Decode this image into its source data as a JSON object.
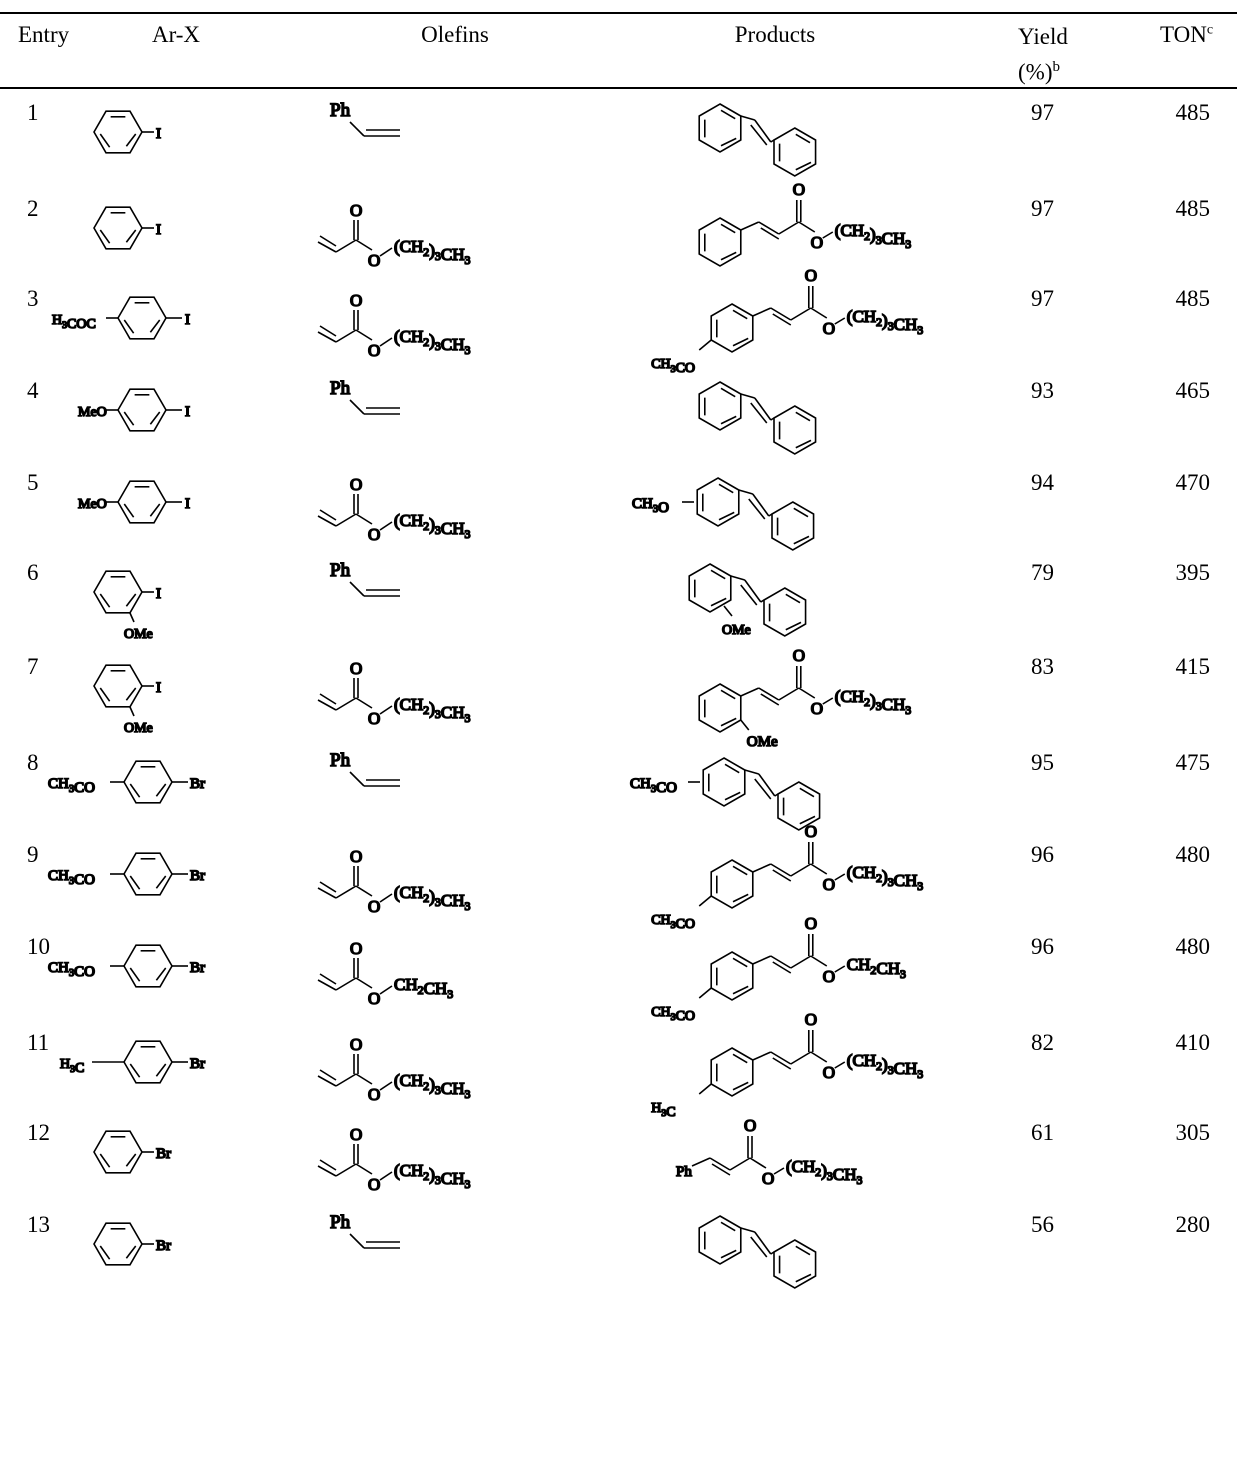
{
  "headers": {
    "entry": "Entry",
    "arx": "Ar-X",
    "olefins": "Olefins",
    "products": "Products",
    "yield_line1": "Yield",
    "yield_line2": "(%)",
    "yield_sup": "b",
    "ton": "TON",
    "ton_sup": "c"
  },
  "rows": [
    {
      "entry": "1",
      "yield": "97",
      "ton": "485",
      "arx": "phenyl-iodide",
      "olefin": "styrene",
      "product": "stilbene"
    },
    {
      "entry": "2",
      "yield": "97",
      "ton": "485",
      "arx": "phenyl-iodide",
      "olefin": "butyl-acrylate",
      "product": "butyl-cinnamate"
    },
    {
      "entry": "3",
      "yield": "97",
      "ton": "485",
      "arx": "4-acetyl-iodobenzene",
      "olefin": "butyl-acrylate",
      "product": "4-acetyl-butyl-cinnamate"
    },
    {
      "entry": "4",
      "yield": "93",
      "ton": "465",
      "arx": "4-methoxy-iodobenzene",
      "olefin": "styrene",
      "product": "stilbene"
    },
    {
      "entry": "5",
      "yield": "94",
      "ton": "470",
      "arx": "4-methoxy-iodobenzene",
      "olefin": "butyl-acrylate",
      "product": "4-methoxy-stilbene"
    },
    {
      "entry": "6",
      "yield": "79",
      "ton": "395",
      "arx": "2-methoxy-iodobenzene",
      "olefin": "styrene",
      "product": "2-methoxy-stilbene"
    },
    {
      "entry": "7",
      "yield": "83",
      "ton": "415",
      "arx": "2-methoxy-iodobenzene",
      "olefin": "butyl-acrylate",
      "product": "2-methoxy-butyl-cinnamate"
    },
    {
      "entry": "8",
      "yield": "95",
      "ton": "475",
      "arx": "4-acetyl-bromobenzene",
      "olefin": "styrene",
      "product": "4-acetyl-stilbene"
    },
    {
      "entry": "9",
      "yield": "96",
      "ton": "480",
      "arx": "4-acetyl-bromobenzene",
      "olefin": "butyl-acrylate",
      "product": "4-acetyl-butyl-cinnamate"
    },
    {
      "entry": "10",
      "yield": "96",
      "ton": "480",
      "arx": "4-acetyl-bromobenzene",
      "olefin": "ethyl-acrylate",
      "product": "4-acetyl-ethyl-cinnamate"
    },
    {
      "entry": "11",
      "yield": "82",
      "ton": "410",
      "arx": "4-methyl-bromobenzene",
      "olefin": "butyl-acrylate",
      "product": "4-methyl-butyl-cinnamate"
    },
    {
      "entry": "12",
      "yield": "61",
      "ton": "305",
      "arx": "bromobenzene",
      "olefin": "butyl-acrylate",
      "product": "butyl-cinnamate-ph"
    },
    {
      "entry": "13",
      "yield": "56",
      "ton": "280",
      "arx": "bromobenzene",
      "olefin": "styrene",
      "product": "stilbene"
    }
  ],
  "labels": {
    "I": "I",
    "Br": "Br",
    "O": "O",
    "Ph": "Ph",
    "MeO": "MeO",
    "OMe": "OMe",
    "CH3O": "CH3O",
    "H3COC": "H3COC",
    "CH3CO": "CH3CO",
    "H3C": "H3C",
    "butyl": "(CH2)3CH3",
    "ethyl": "CH2CH3"
  }
}
